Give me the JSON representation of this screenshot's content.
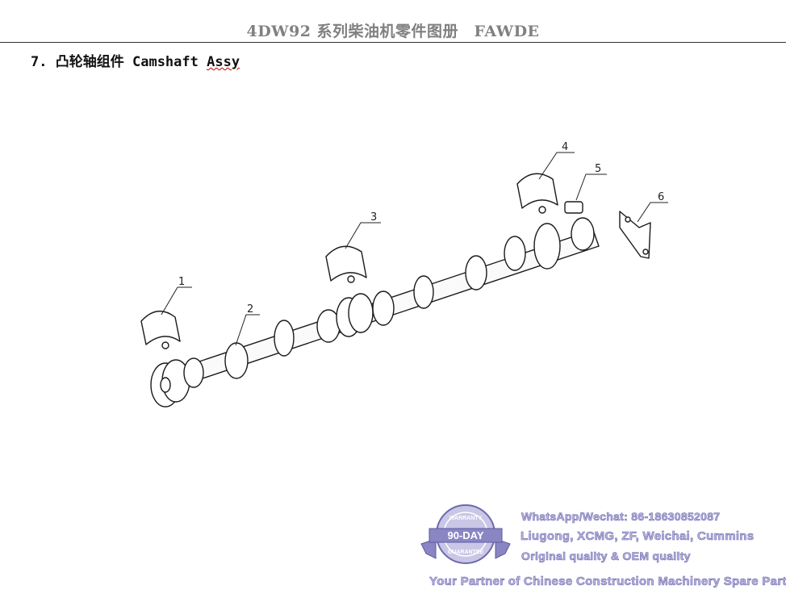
{
  "header": {
    "title": "4DW92 系列柴油机零件图册　FAWDE"
  },
  "section": {
    "number": "7.",
    "title_cn": "凸轮轴组件",
    "title_en_1": "Camshaft",
    "title_en_2": "Assy"
  },
  "diagram": {
    "callouts": [
      "1",
      "2",
      "3",
      "4",
      "5",
      "6"
    ]
  },
  "watermark": {
    "line1": "WhatsApp/Wechat: 86-18630852087",
    "line2": "Liugong, XCMG, ZF, Weichai, Cummins",
    "line3": "Original quality & OEM quality",
    "line4": "Your Partner of Chinese Construction Machinery Spare Parts",
    "badge_top": "WARRANTY",
    "badge_center": "90-DAY",
    "badge_bottom": "GUARANTEE"
  }
}
